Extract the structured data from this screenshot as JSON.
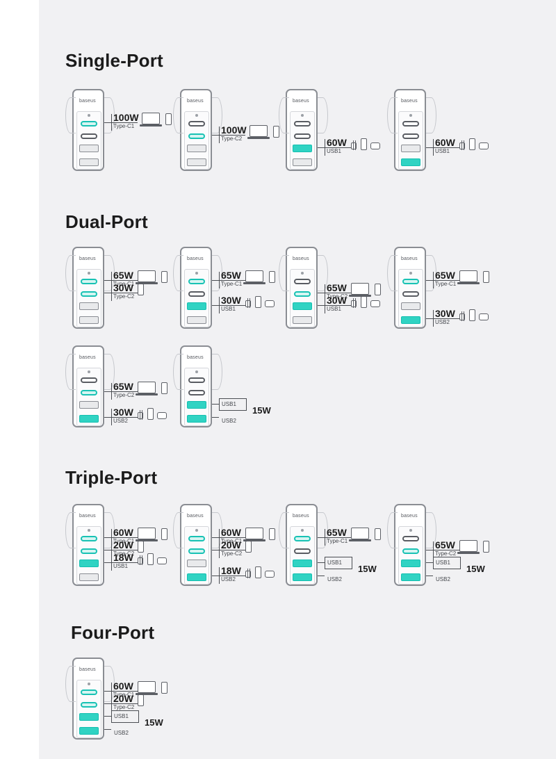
{
  "sections": {
    "single": "Single-Port",
    "dual": "Dual-Port",
    "triple": "Triple-Port",
    "four": "Four-Port"
  },
  "brand": "baseus",
  "ports": [
    "Type-C1",
    "Type-C2",
    "USB1",
    "USB2"
  ],
  "colors": {
    "active_port": "#18c2b4",
    "text": "#1b1b1b",
    "background": "#f1f1f3"
  },
  "diagrams": [
    {
      "section": "single",
      "active": [
        "Type-C1"
      ],
      "outputs": [
        {
          "watt": "100W",
          "ports": [
            "Type-C1"
          ],
          "devices": [
            "laptop-icon",
            "phone-icon"
          ]
        }
      ]
    },
    {
      "section": "single",
      "active": [
        "Type-C2"
      ],
      "outputs": [
        {
          "watt": "100W",
          "ports": [
            "Type-C2"
          ],
          "devices": [
            "laptop-icon",
            "phone-icon"
          ]
        }
      ]
    },
    {
      "section": "single",
      "active": [
        "USB1"
      ],
      "outputs": [
        {
          "watt": "60W",
          "ports": [
            "USB1"
          ],
          "devices": [
            "watch-icon",
            "phone-icon",
            "earbuds-icon"
          ]
        }
      ]
    },
    {
      "section": "single",
      "active": [
        "USB2"
      ],
      "outputs": [
        {
          "watt": "60W",
          "ports": [
            "USB1"
          ],
          "devices": [
            "watch-icon",
            "phone-icon",
            "earbuds-icon"
          ]
        }
      ]
    },
    {
      "section": "dual",
      "active": [
        "Type-C1",
        "Type-C2"
      ],
      "outputs": [
        {
          "watt": "65W",
          "ports": [
            "Type-C1"
          ],
          "devices": [
            "laptop-icon",
            "phone-icon"
          ]
        },
        {
          "watt": "30W",
          "ports": [
            "Type-C2"
          ],
          "devices": [
            "phone-icon"
          ]
        }
      ]
    },
    {
      "section": "dual",
      "active": [
        "Type-C1",
        "USB1"
      ],
      "outputs": [
        {
          "watt": "65W",
          "ports": [
            "Type-C1"
          ],
          "devices": [
            "laptop-icon",
            "phone-icon"
          ]
        },
        {
          "watt": "30W",
          "ports": [
            "USB1"
          ],
          "devices": [
            "watch-icon",
            "phone-icon",
            "earbuds-icon"
          ]
        }
      ]
    },
    {
      "section": "dual",
      "active": [
        "Type-C2",
        "USB1"
      ],
      "outputs": [
        {
          "watt": "65W",
          "ports": [
            "Type-C2"
          ],
          "devices": [
            "laptop-icon",
            "phone-icon"
          ]
        },
        {
          "watt": "30W",
          "ports": [
            "USB1"
          ],
          "devices": [
            "watch-icon",
            "phone-icon",
            "earbuds-icon"
          ]
        }
      ]
    },
    {
      "section": "dual",
      "active": [
        "Type-C1",
        "USB2"
      ],
      "outputs": [
        {
          "watt": "65W",
          "ports": [
            "Type-C1"
          ],
          "devices": [
            "laptop-icon",
            "phone-icon"
          ]
        },
        {
          "watt": "30W",
          "ports": [
            "USB2"
          ],
          "devices": [
            "watch-icon",
            "phone-icon",
            "earbuds-icon"
          ]
        }
      ]
    },
    {
      "section": "dual",
      "active": [
        "Type-C2",
        "USB2"
      ],
      "outputs": [
        {
          "watt": "65W",
          "ports": [
            "Type-C2"
          ],
          "devices": [
            "laptop-icon",
            "phone-icon"
          ]
        },
        {
          "watt": "30W",
          "ports": [
            "USB2"
          ],
          "devices": [
            "watch-icon",
            "phone-icon",
            "earbuds-icon"
          ]
        }
      ]
    },
    {
      "section": "dual",
      "active": [
        "USB1",
        "USB2"
      ],
      "outputs": [],
      "shared": {
        "watt": "15W",
        "ports": [
          "USB1",
          "USB2"
        ]
      }
    },
    {
      "section": "triple",
      "active": [
        "Type-C1",
        "Type-C2",
        "USB1"
      ],
      "outputs": [
        {
          "watt": "60W",
          "ports": [
            "Type-C1"
          ],
          "devices": [
            "laptop-icon",
            "phone-icon"
          ]
        },
        {
          "watt": "20W",
          "ports": [
            "Type-C2"
          ],
          "devices": [
            "phone-icon"
          ]
        },
        {
          "watt": "18W",
          "ports": [
            "USB1"
          ],
          "devices": [
            "watch-icon",
            "phone-icon",
            "earbuds-icon"
          ]
        }
      ]
    },
    {
      "section": "triple",
      "active": [
        "Type-C1",
        "Type-C2",
        "USB2"
      ],
      "outputs": [
        {
          "watt": "60W",
          "ports": [
            "Type-C1"
          ],
          "devices": [
            "laptop-icon",
            "phone-icon"
          ]
        },
        {
          "watt": "20W",
          "ports": [
            "Type-C2"
          ],
          "devices": [
            "phone-icon"
          ]
        },
        {
          "watt": "18W",
          "ports": [
            "USB2"
          ],
          "devices": [
            "watch-icon",
            "phone-icon",
            "earbuds-icon"
          ]
        }
      ]
    },
    {
      "section": "triple",
      "active": [
        "Type-C1",
        "USB1",
        "USB2"
      ],
      "outputs": [
        {
          "watt": "65W",
          "ports": [
            "Type-C1"
          ],
          "devices": [
            "laptop-icon",
            "phone-icon"
          ]
        }
      ],
      "shared": {
        "watt": "15W",
        "ports": [
          "USB1",
          "USB2"
        ]
      }
    },
    {
      "section": "triple",
      "active": [
        "Type-C2",
        "USB1",
        "USB2"
      ],
      "outputs": [
        {
          "watt": "65W",
          "ports": [
            "Type-C2"
          ],
          "devices": [
            "laptop-icon",
            "phone-icon"
          ]
        }
      ],
      "shared": {
        "watt": "15W",
        "ports": [
          "USB1",
          "USB2"
        ]
      }
    },
    {
      "section": "four",
      "active": [
        "Type-C1",
        "Type-C2",
        "USB1",
        "USB2"
      ],
      "outputs": [
        {
          "watt": "60W",
          "ports": [
            "Type-C1"
          ],
          "devices": [
            "laptop-icon",
            "phone-icon"
          ]
        },
        {
          "watt": "20W",
          "ports": [
            "Type-C2"
          ],
          "devices": [
            "phone-icon"
          ]
        }
      ],
      "shared": {
        "watt": "15W",
        "ports": [
          "USB1",
          "USB2"
        ]
      }
    }
  ]
}
